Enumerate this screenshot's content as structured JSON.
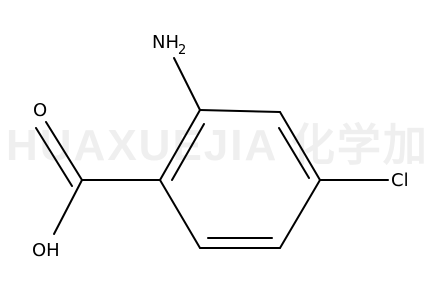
{
  "molecule": {
    "atoms": {
      "amine": "NH",
      "amine_sub": "2",
      "carbonyl_o": "O",
      "hydroxyl": "OH",
      "chloro": "Cl"
    }
  },
  "watermark": "HUAXUEJIA 化学加"
}
